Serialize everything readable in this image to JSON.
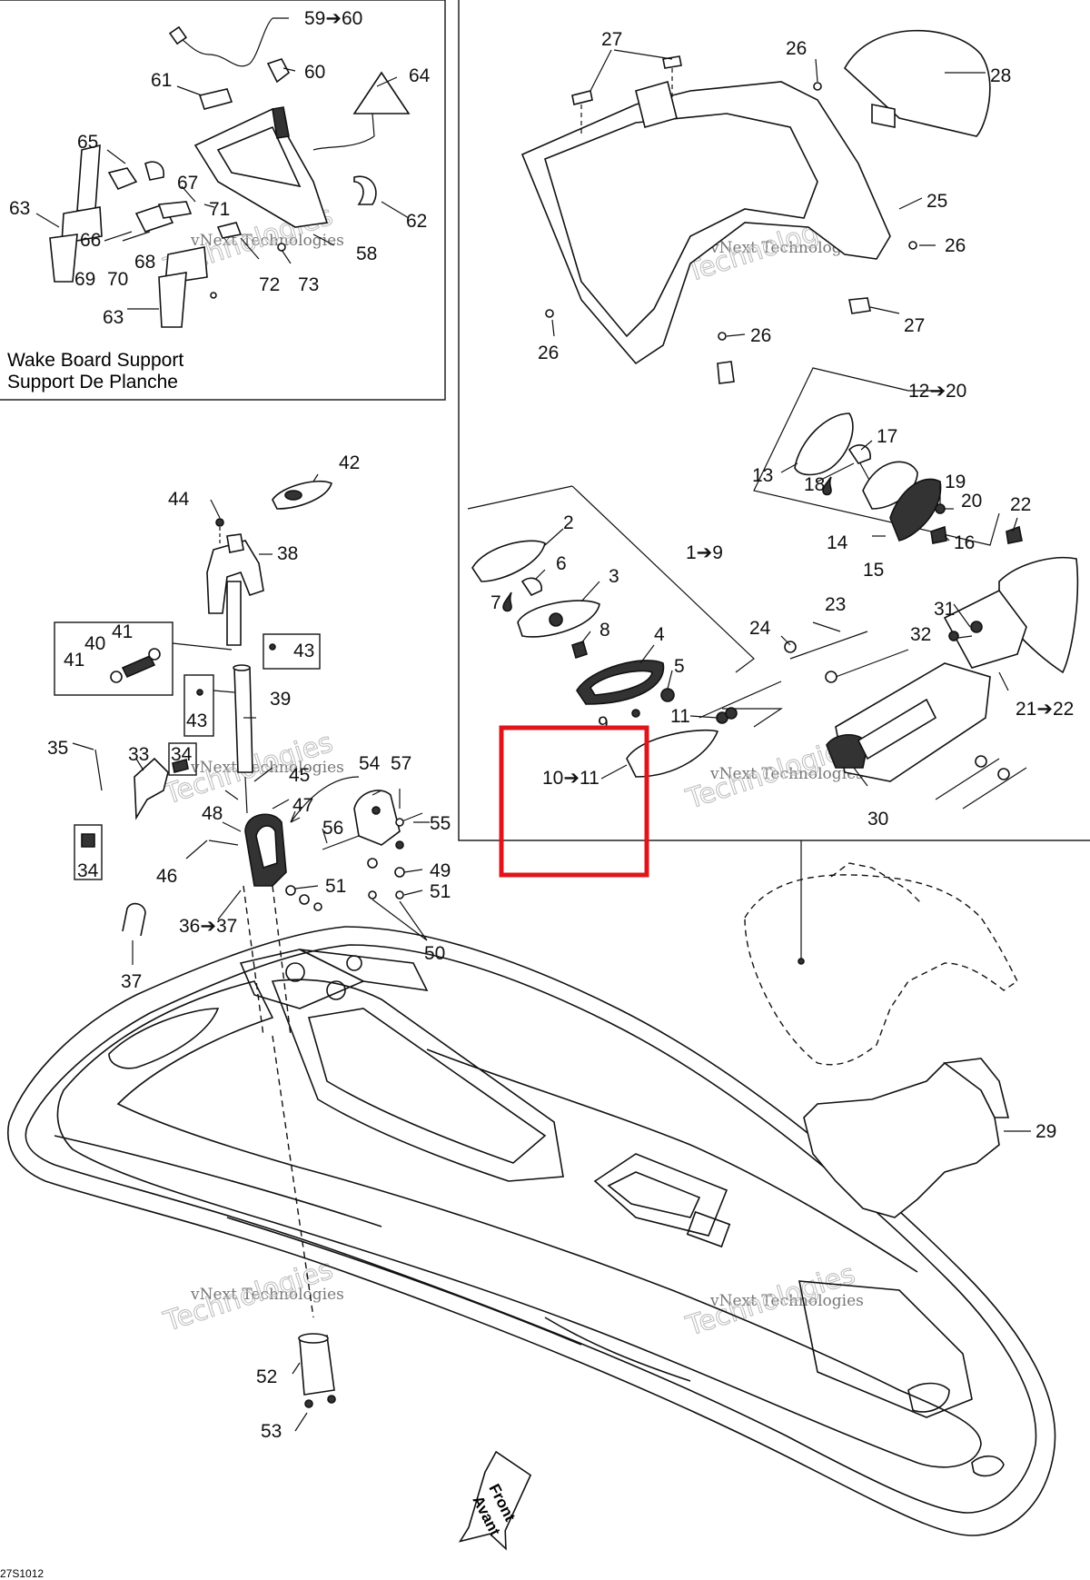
{
  "caption": {
    "line1": "Wake Board Support",
    "line2": "Support De Planche"
  },
  "front_arrow": {
    "line1": "Front",
    "line2": "Avant"
  },
  "diagram_code": "27S1012",
  "watermark": {
    "line1": "vNext Technologies",
    "line2": "Technologies"
  },
  "highlight": {
    "label": "10➔11",
    "color": "#e0141b"
  },
  "labels": {
    "l59_60": "59➔60",
    "l60": "60",
    "l61": "61",
    "l64": "64",
    "l65": "65",
    "l67": "67",
    "l71": "71",
    "l63a": "63",
    "l66": "66",
    "l62": "62",
    "l58": "58",
    "l68": "68",
    "l69": "69",
    "l70": "70",
    "l72": "72",
    "l73": "73",
    "l63b": "63",
    "l27a": "27",
    "l26a": "26",
    "l28": "28",
    "l25": "25",
    "l26b": "26",
    "l26c": "26",
    "l26d": "26",
    "l27b": "27",
    "l12_20": "12➔20",
    "l17": "17",
    "l13": "13",
    "l18": "18",
    "l19": "19",
    "l20": "20",
    "l22": "22",
    "l14": "14",
    "l16": "16",
    "l15": "15",
    "l2": "2",
    "l1_9": "1➔9",
    "l6": "6",
    "l7": "7",
    "l3": "3",
    "l8": "8",
    "l4": "4",
    "l5": "5",
    "l9": "9",
    "l11": "11",
    "l23": "23",
    "l24": "24",
    "l31": "31",
    "l32": "32",
    "l21_22": "21➔22",
    "l30": "30",
    "l42": "42",
    "l44": "44",
    "l38": "38",
    "l41a": "41",
    "l40": "40",
    "l41b": "41",
    "l43a": "43",
    "l43b": "43",
    "l39": "39",
    "l35": "35",
    "l33": "33",
    "l34a": "34",
    "l45": "45",
    "l48": "48",
    "l47": "47",
    "l34b": "34",
    "l46": "46",
    "l54": "54",
    "l57": "57",
    "l56": "56",
    "l55": "55",
    "l49": "49",
    "l51a": "51",
    "l51b": "51",
    "l36_37": "36➔37",
    "l37": "37",
    "l50": "50",
    "l29": "29",
    "l52": "52",
    "l53": "53"
  }
}
